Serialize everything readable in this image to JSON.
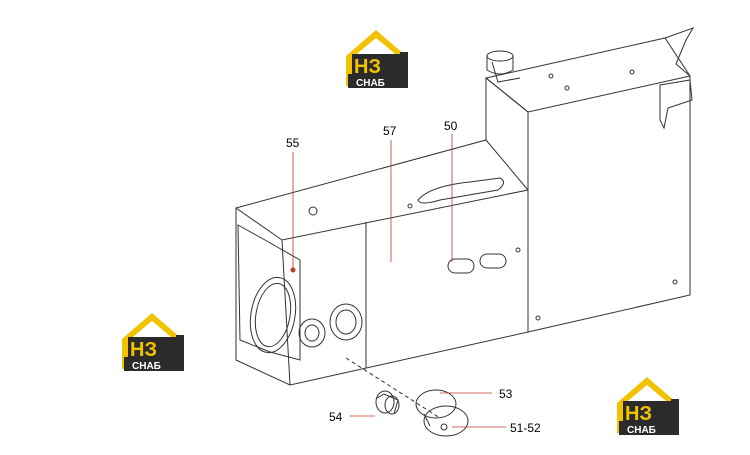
{
  "callouts": {
    "c50": "50",
    "c51_52": "51-52",
    "c53": "53",
    "c54": "54",
    "c55": "55",
    "c57": "57"
  },
  "watermark": {
    "letters": "НЗ",
    "subtitle": "СНАБ"
  },
  "colors": {
    "line": "#333333",
    "leader": "#c0392b",
    "logo_yellow": "#f2c200",
    "logo_dark": "#2b2b2b"
  }
}
